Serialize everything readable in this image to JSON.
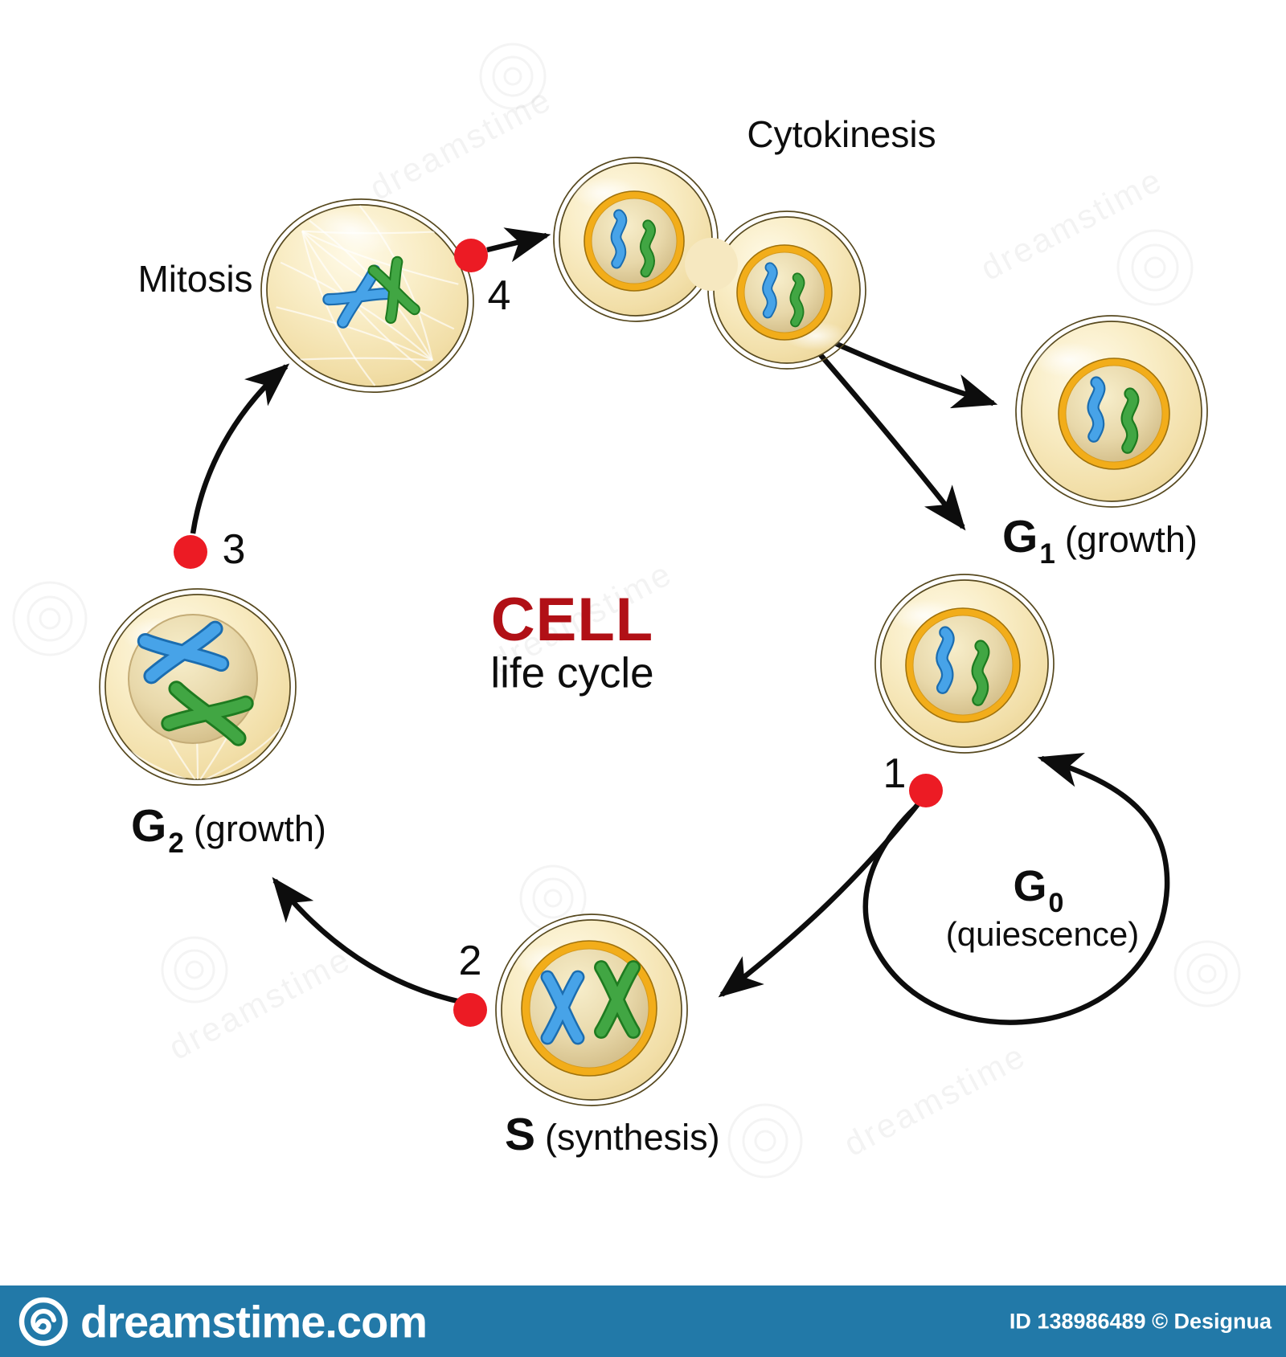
{
  "title": {
    "main": "CELL",
    "sub": "life cycle"
  },
  "phases": {
    "cytokinesis": {
      "label": "Cytokinesis"
    },
    "mitosis": {
      "label": "Mitosis"
    },
    "g1": {
      "base": "G",
      "sub": "1",
      "desc": "(growth)"
    },
    "g2": {
      "base": "G",
      "sub": "2",
      "desc": "(growth)"
    },
    "g0": {
      "base": "G",
      "sub": "0",
      "desc": "(quiescence)"
    },
    "s": {
      "base": "S",
      "desc": "(synthesis)"
    }
  },
  "checkpoints": {
    "c1": "1",
    "c2": "2",
    "c3": "3",
    "c4": "4"
  },
  "watermark": {
    "diagonal_text": "dreamstime",
    "site": "dreamstime.com",
    "credit": "ID 138986489 © Designua"
  },
  "colors": {
    "title_red": "#b11016",
    "checkpoint_red": "#ec1b24",
    "footer_blue": "#2279a8",
    "chromosome_blue": "#47a3e8",
    "chromosome_green": "#41a643",
    "cell_fill": "#f7e9c2",
    "nucleus_ring": "#f2ad1a"
  }
}
